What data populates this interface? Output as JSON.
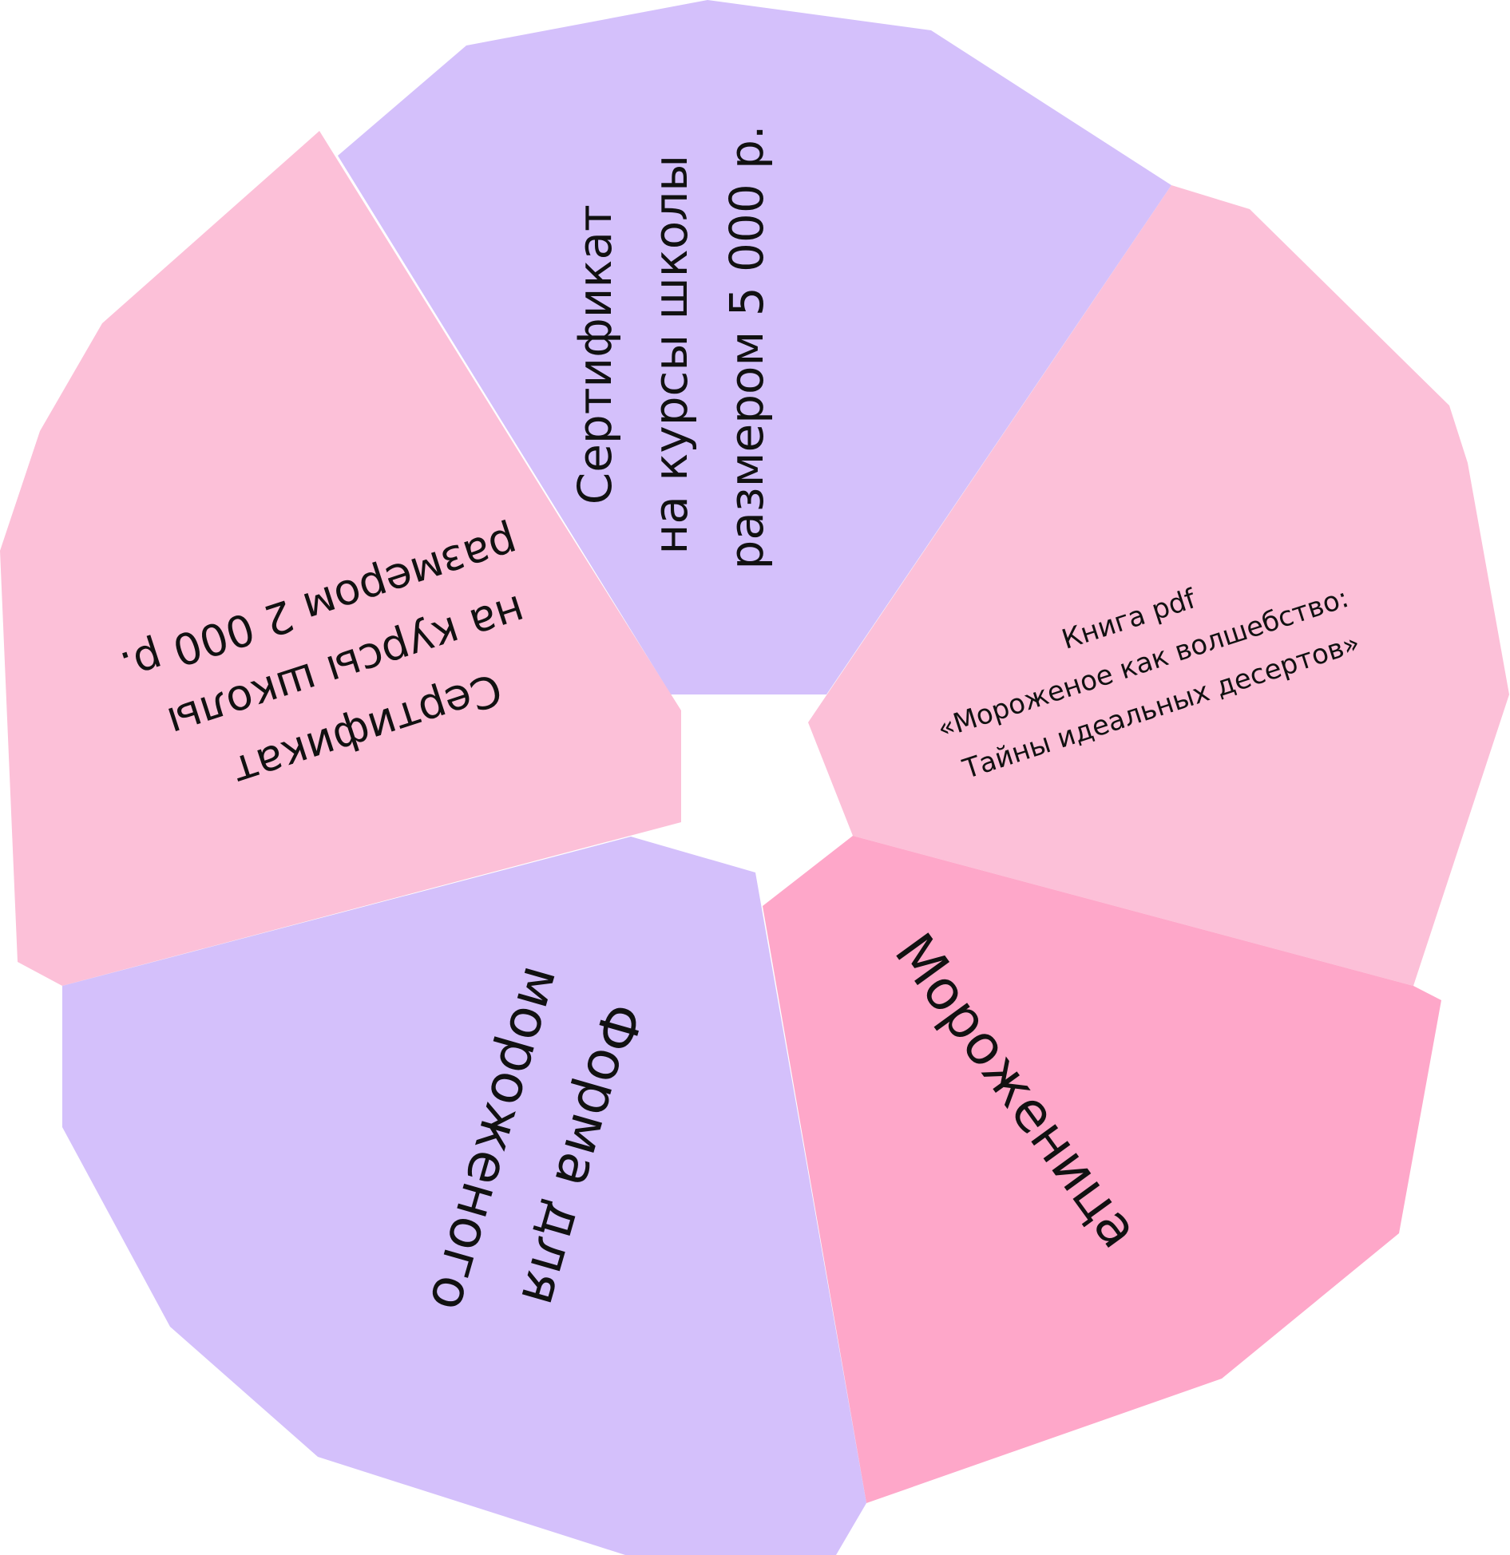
{
  "colors": {
    "lavender": "#d4c0fb",
    "pink": "#fcc0d8",
    "hot_pink": "#fea7c9",
    "text": "#111111"
  },
  "segments": [
    {
      "id": "top",
      "lines": [
        "Сертификат",
        "на курсы школы",
        "размером 5 000 р."
      ]
    },
    {
      "id": "right",
      "lines": [
        "Книга pdf",
        "«Мороженое как волшебство:",
        "Тайны идеальных десертов»"
      ]
    },
    {
      "id": "bottom-right",
      "lines": [
        "Мороженица"
      ]
    },
    {
      "id": "bottom-left",
      "lines": [
        "Форма для",
        "мороженого"
      ]
    },
    {
      "id": "left",
      "lines": [
        "Сертификат",
        "на курсы школы",
        "размером 2 000 р."
      ]
    }
  ]
}
